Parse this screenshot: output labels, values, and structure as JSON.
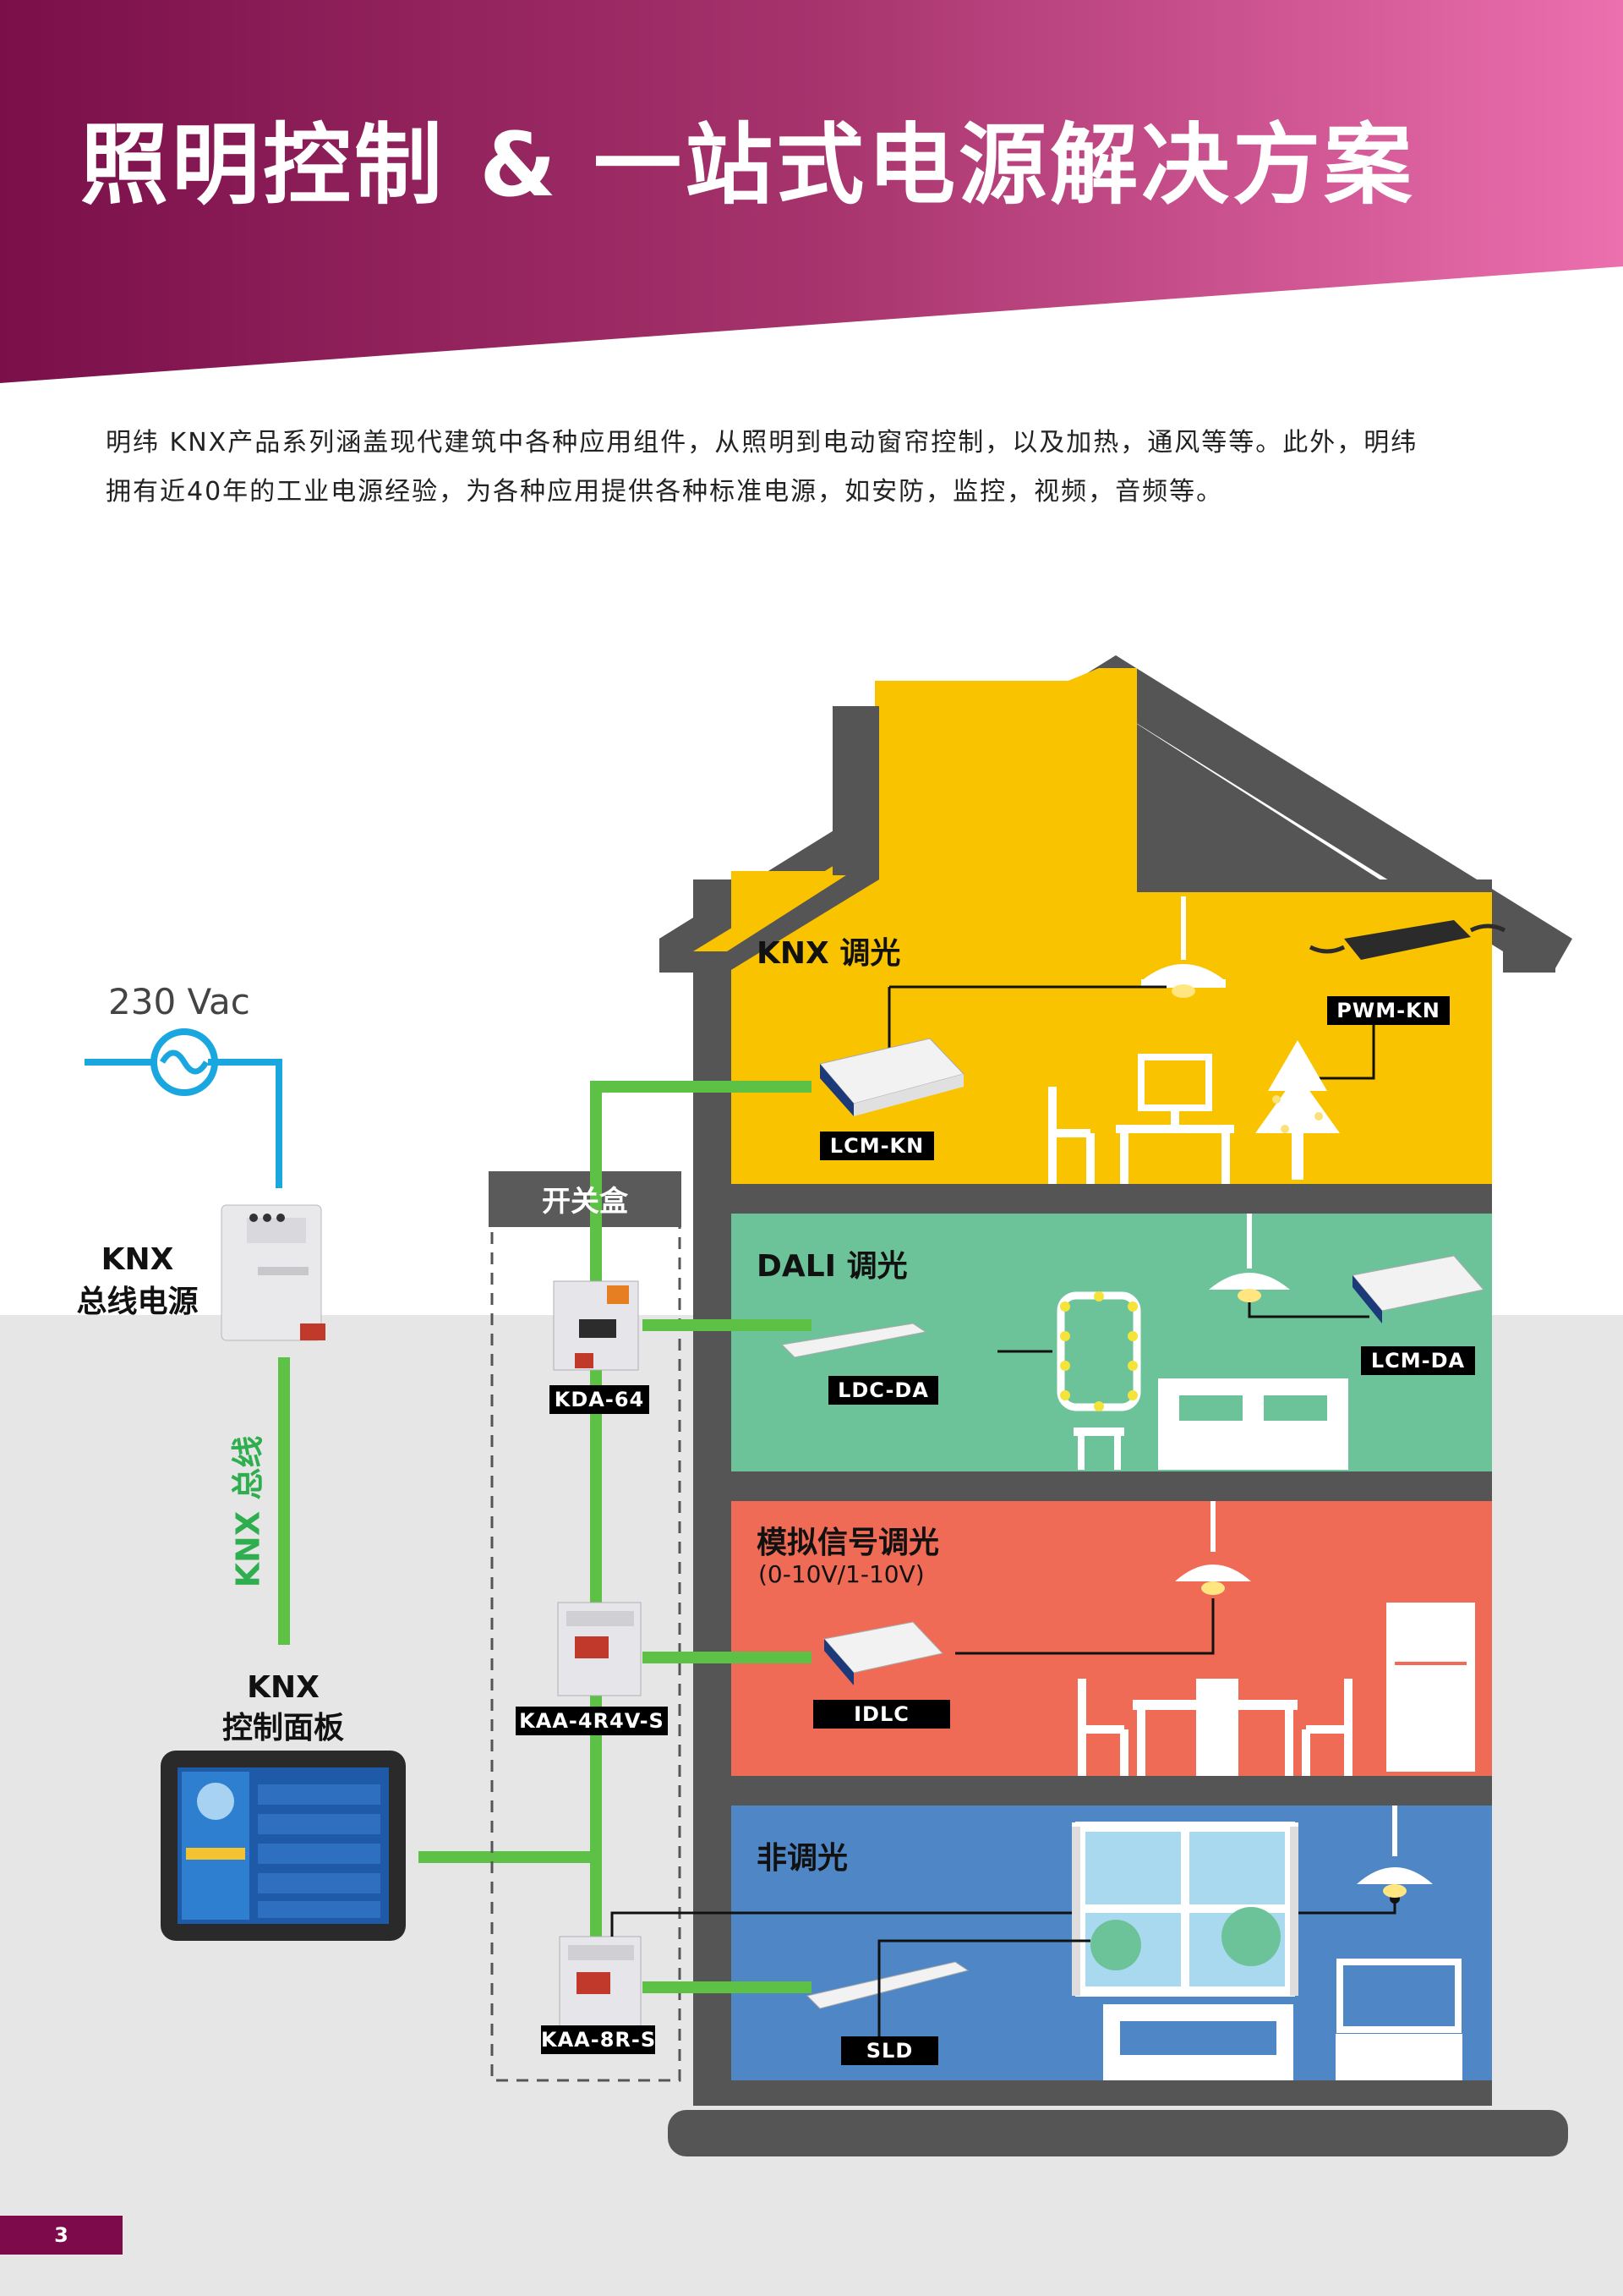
{
  "header": {
    "title": "照明控制 & 一站式电源解决方案",
    "gradient_start": "#7a0f4a",
    "gradient_end": "#ec6fae"
  },
  "intro": {
    "line1": "明纬 KNX产品系列涵盖现代建筑中各种应用组件，从照明到电动窗帘控制，以及加热，通风等等。此外，明纬",
    "line2": "拥有近40年的工业电源经验，为各种应用提供各种标准电源，如安防，监控，视频，音频等。"
  },
  "diagram": {
    "supply_label": "230 Vac",
    "knx_power": {
      "line1": "KNX",
      "line2": "总线电源"
    },
    "bus_label": "KNX 总线",
    "control_panel": {
      "line1": "KNX",
      "line2": "控制面板"
    },
    "switch_box_label": "开关盒",
    "modules": [
      "KDA-64",
      "KAA-4R4V-S",
      "KAA-8R-S"
    ],
    "rooms": [
      {
        "title": "KNX  调光",
        "subtitle": "",
        "color": "#f9c300",
        "products": [
          "LCM-KN",
          "PWM-KN"
        ]
      },
      {
        "title": "DALI  调光",
        "subtitle": "",
        "color": "#6cc39a",
        "products": [
          "LDC-DA",
          "LCM-DA"
        ]
      },
      {
        "title": "模拟信号调光",
        "subtitle": "(0-10V/1-10V)",
        "color": "#ef6b55",
        "products": [
          "IDLC"
        ]
      },
      {
        "title": "非调光",
        "subtitle": "",
        "color": "#4f86c6",
        "products": [
          "SLD"
        ]
      }
    ],
    "colors": {
      "bus_green": "#5cc144",
      "mains_blue": "#1aa7e0",
      "house_gray": "#555555"
    }
  },
  "page": {
    "number": "3",
    "color": "#7d0b4b"
  }
}
